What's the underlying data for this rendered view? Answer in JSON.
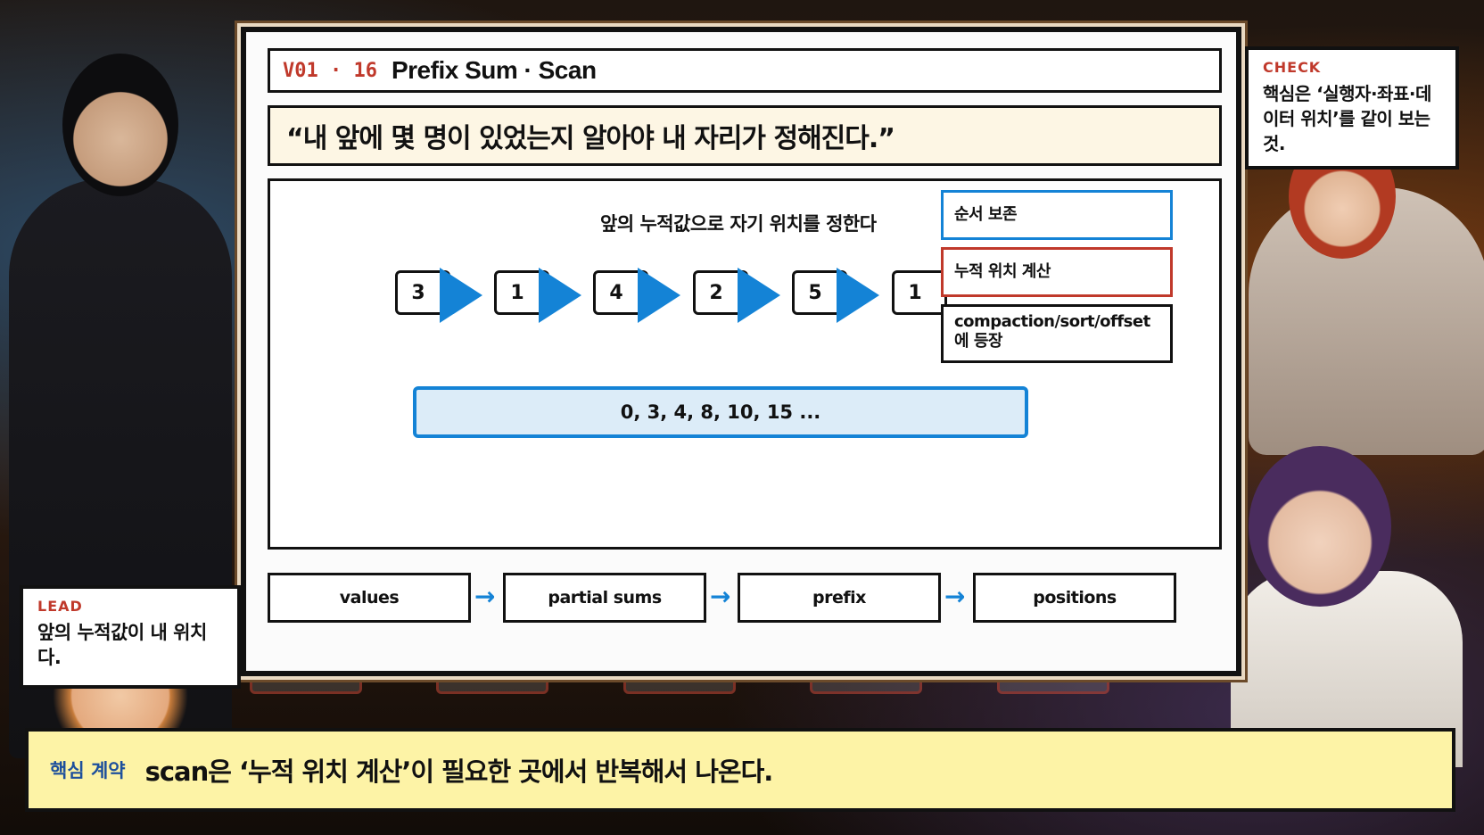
{
  "header": {
    "code": "V01 · 16",
    "title": "Prefix Sum · Scan"
  },
  "quote": "“내 앞에 몇 명이 있었는지 알아야 내 자리가 정해진다.”",
  "diagram": {
    "caption": "앞의 누적값으로 자기 위치를 정한다",
    "cells": [
      "3",
      "1",
      "4",
      "2",
      "5",
      "1"
    ],
    "result": "0, 3, 4, 8, 10, 15 ...",
    "tags": [
      "순서 보존",
      "누적 위치 계산",
      "compaction/sort/offset에 등장"
    ]
  },
  "flow": {
    "steps": [
      "values",
      "partial sums",
      "prefix",
      "positions"
    ],
    "arrow": "→"
  },
  "check": {
    "label": "CHECK",
    "text": "핵심은 ‘실행자·좌표·데이터 위치’를 같이 보는 것."
  },
  "lead": {
    "label": "LEAD",
    "text": "앞의 누적값이 내 위치다."
  },
  "footer": {
    "label": "핵심 계약",
    "text": "scan은 ‘누적 위치 계산’이 필요한 곳에서 반복해서 나온다."
  },
  "colors": {
    "accent_blue": "#1483d6",
    "accent_red": "#c0392b",
    "quote_bg": "#fdf6e4",
    "footer_bg": "#fdf3a6"
  }
}
